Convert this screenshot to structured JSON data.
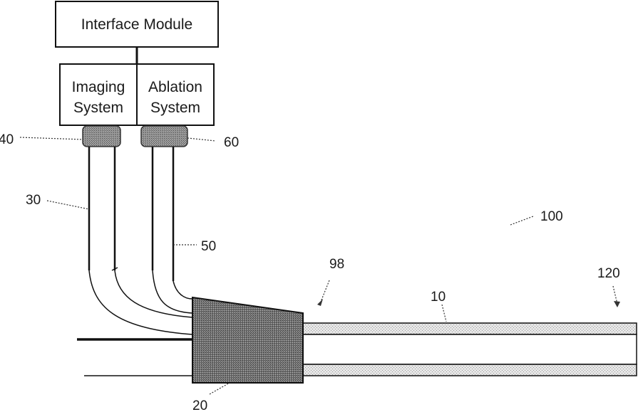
{
  "boxes": {
    "interface_module": "Interface Module",
    "imaging_system": [
      "Imaging",
      "System"
    ],
    "ablation_system": [
      "Ablation",
      "System"
    ]
  },
  "reference_labels": {
    "r40": "40",
    "r60": "60",
    "r30": "30",
    "r50": "50",
    "r100": "100",
    "r98": "98",
    "r120": "120",
    "r10": "10",
    "r20": "20"
  }
}
